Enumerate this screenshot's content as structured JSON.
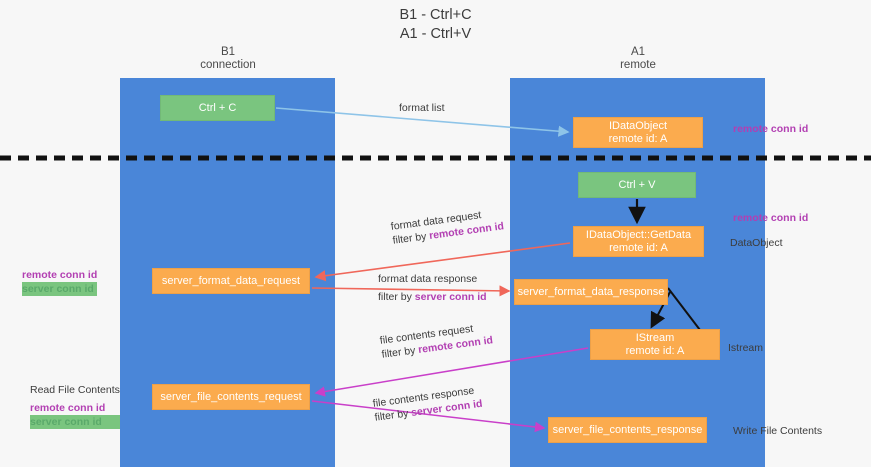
{
  "title": {
    "line1": "B1 - Ctrl+C",
    "line2": "A1 - Ctrl+V"
  },
  "lanes": [
    {
      "name": "B1",
      "sub": "connection",
      "color": "#4a86d8"
    },
    {
      "name": "A1",
      "sub": "remote",
      "color": "#4a86d8"
    }
  ],
  "colors": {
    "lane": "#4a86d8",
    "green_box": "#7ac57f",
    "orange_box": "#fbab4e",
    "purple_text": "#b23fb2",
    "green_text": "#5aa96a",
    "arrow_blue": "#8ec4e8",
    "arrow_red": "#f0675a",
    "arrow_magenta": "#c93fc9",
    "arrow_black": "#111111",
    "background": "#f7f7f7"
  },
  "boxes": {
    "ctrl_c": {
      "line1": "Ctrl + C"
    },
    "idataobject": {
      "line1": "IDataObject",
      "line2": "remote id: A"
    },
    "ctrl_v": {
      "line1": "Ctrl + V"
    },
    "getdata": {
      "line1": "IDataObject::GetData",
      "line2": "remote id: A"
    },
    "server_format_data_request": {
      "line1": "server_format_data_request"
    },
    "server_format_data_response": {
      "line1": "server_format_data_response"
    },
    "istream": {
      "line1": "IStream",
      "line2": "remote id: A"
    },
    "server_file_contents_request": {
      "line1": "server_file_contents_request"
    },
    "server_file_contents_response": {
      "line1": "server_file_contents_response"
    }
  },
  "edge_labels": {
    "format_list": "format list",
    "format_data_request": "format data request",
    "format_data_request_filter_prefix": "filter by ",
    "format_data_request_filter_key": "remote conn id",
    "format_data_response": "format data response",
    "format_data_response_filter_prefix": "filter by ",
    "format_data_response_filter_key": "server conn id",
    "file_contents_request": "file contents request",
    "file_contents_request_filter_prefix": "filter by ",
    "file_contents_request_filter_key": "remote conn id",
    "file_contents_response": "file contents response",
    "file_contents_response_filter_prefix": "filter by ",
    "file_contents_response_filter_key": "server conn id"
  },
  "annotations": {
    "right_remote_conn_id_top": "remote conn id",
    "right_remote_conn_id_mid": "remote conn id",
    "right_dataobject": "DataObject",
    "right_istream": "Istream",
    "right_write_file_contents": "Write File Contents",
    "left_remote_conn_id_mid": "remote conn id",
    "left_server_conn_id_mid": "server conn id",
    "left_read_file_contents": "Read File Contents",
    "left_remote_conn_id_bot": "remote conn id",
    "left_server_conn_id_bot": "server conn id"
  }
}
